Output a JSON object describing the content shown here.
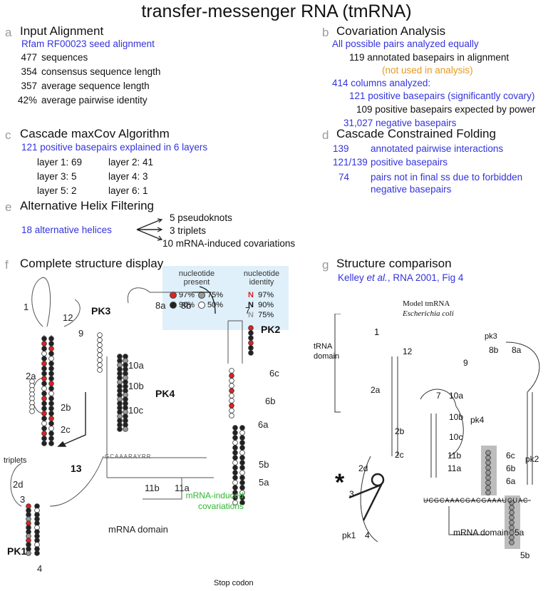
{
  "title": "transfer-messenger RNA (tmRNA)",
  "a": {
    "letter": "a",
    "heading": "Input Alignment",
    "link": "Rfam RF00023 seed alignment",
    "rows": [
      {
        "num": "477",
        "text": "sequences"
      },
      {
        "num": "354",
        "text": "consensus sequence length"
      },
      {
        "num": "357",
        "text": "average    sequence length"
      },
      {
        "num": "42%",
        "text": "average pairwise identity"
      }
    ]
  },
  "b": {
    "letter": "b",
    "heading": "Covariation Analysis",
    "line1": "All possible pairs analyzed equally",
    "line2": "119 annotated basepairs in alignment",
    "line3": "(not used in analysis)",
    "line4": "414 columns analyzed:",
    "line5": "121 positive basepairs (significantly covary)",
    "line6": "109 positive basepairs expected by power",
    "line7": "31,027 negative basepairs"
  },
  "c": {
    "letter": "c",
    "heading": "Cascade maxCov Algorithm",
    "line1": "121 positive basepairs explained in 6 layers",
    "layers": [
      {
        "label": "layer 1:",
        "value": "69"
      },
      {
        "label": "layer 2:",
        "value": "41"
      },
      {
        "label": "layer 3:",
        "value": "5"
      },
      {
        "label": "layer 4:",
        "value": "3"
      },
      {
        "label": "layer 5:",
        "value": "2"
      },
      {
        "label": "layer 6:",
        "value": "1"
      }
    ]
  },
  "d": {
    "letter": "d",
    "heading": "Cascade Constrained Folding",
    "rows": [
      {
        "num": "139",
        "text": "annotated pairwise interactions"
      },
      {
        "num": "121/139",
        "text": "positive  basepairs"
      },
      {
        "num": "74",
        "text": "pairs not in final ss due to forbidden"
      },
      {
        "num": "",
        "text": "negative basepairs"
      }
    ]
  },
  "e": {
    "letter": "e",
    "heading": "Alternative Helix Filtering",
    "source": "18 alternative helices",
    "targets": [
      "5 pseudoknots",
      "3 triplets",
      "10 mRNA-induced covariations"
    ]
  },
  "f": {
    "letter": "f",
    "heading": "Complete structure  display",
    "legend": {
      "present_title": "nucleotide present",
      "identity_title": "nucleotide identity",
      "present": [
        "97%",
        "75%",
        "90%",
        "50%"
      ],
      "identity": [
        {
          "letter": "N",
          "pct": "97%",
          "color": "#dd2222"
        },
        {
          "letter": "N",
          "pct": "90%",
          "color": "#111111"
        },
        {
          "letter": "N",
          "pct": "75%",
          "color": "#999999"
        }
      ]
    },
    "labels": {
      "h1": "1",
      "h12": "12",
      "h2a": "2a",
      "h2b": "2b",
      "h2c": "2c",
      "h2d": "2d",
      "h3": "3",
      "h4": "4",
      "h13": "13",
      "pk1": "PK1",
      "pk2": "PK2",
      "pk3": "PK3",
      "pk4": "PK4",
      "h8a": "8a",
      "h8b": "8b",
      "h9": "9",
      "h10a": "10a",
      "h10b": "10b",
      "h10c": "10c",
      "h11a": "11a",
      "h11b": "11b",
      "h7": "7",
      "h6a": "6a",
      "h6b": "6b",
      "h6c": "6c",
      "h5a": "5a",
      "h5b": "5b",
      "triplets": "triplets",
      "mrna_domain": "mRNA domain",
      "mrna_cov": "mRNA-induced covariations",
      "stop": "Stop codon",
      "seq": "GCAAARAYRR"
    }
  },
  "g": {
    "letter": "g",
    "heading": "Structure comparison",
    "cite_pre": "Kelley ",
    "cite_em": "et al.",
    "cite_post": ", RNA 2001, Fig 4",
    "model": "Model tmRNA",
    "organism": "Escherichia coli",
    "labels": {
      "trna": "tRNA",
      "domain": "domain",
      "pk1": "pk1",
      "pk2": "pk2",
      "pk3": "pk3",
      "pk4": "pk4",
      "mrna": "mRNA domain",
      "h1": "1",
      "h12": "12",
      "h2a": "2a",
      "h2b": "2b",
      "h2c": "2c",
      "h2d": "2d",
      "h3": "3",
      "h4": "4",
      "h7": "7",
      "h8a": "8a",
      "h8b": "8b",
      "h9": "9",
      "h10a": "10a",
      "h10b": "10b",
      "h10c": "10c",
      "h11a": "11a",
      "h11b": "11b",
      "h6a": "6a",
      "h6b": "6b",
      "h6c": "6c",
      "h5a": "5a",
      "h5b": "5b",
      "star": "*",
      "seq": "UCGCAAACGACGAAAUCUAC"
    }
  }
}
